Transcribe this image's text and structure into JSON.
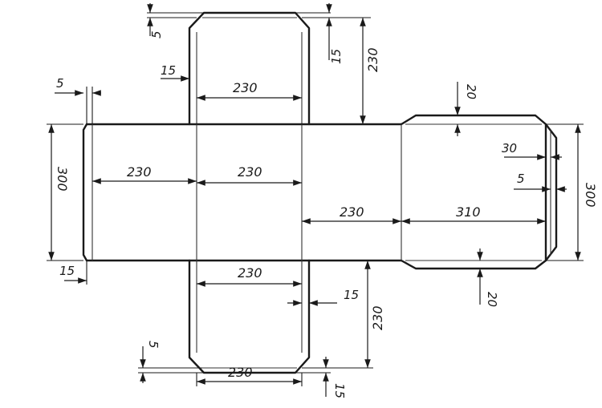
{
  "drawing": {
    "labels": {
      "top_flap_inset": "5",
      "top_flap_tab": "15",
      "top_flap_side_tab": "15",
      "top_flap_width": "230",
      "top_flap_height": "230",
      "left_tab_width": "5",
      "left_panel_height": "300",
      "left_panel_width": "230",
      "front_panel_width": "230",
      "left_tab_bottom": "15",
      "back_panel_width": "230",
      "right_panel_width": "310",
      "right_panel_height": "300",
      "right_top_tab": "20",
      "right_tab_30": "30",
      "right_tab_5": "5",
      "right_bottom_tab": "20",
      "bottom_flap_width": "230",
      "bottom_flap_tab": "15",
      "bottom_flap_height": "230",
      "bottom_flap_inset": "5",
      "bottom_flap_width_lower": "230",
      "bottom_flap_corner": "15"
    }
  }
}
